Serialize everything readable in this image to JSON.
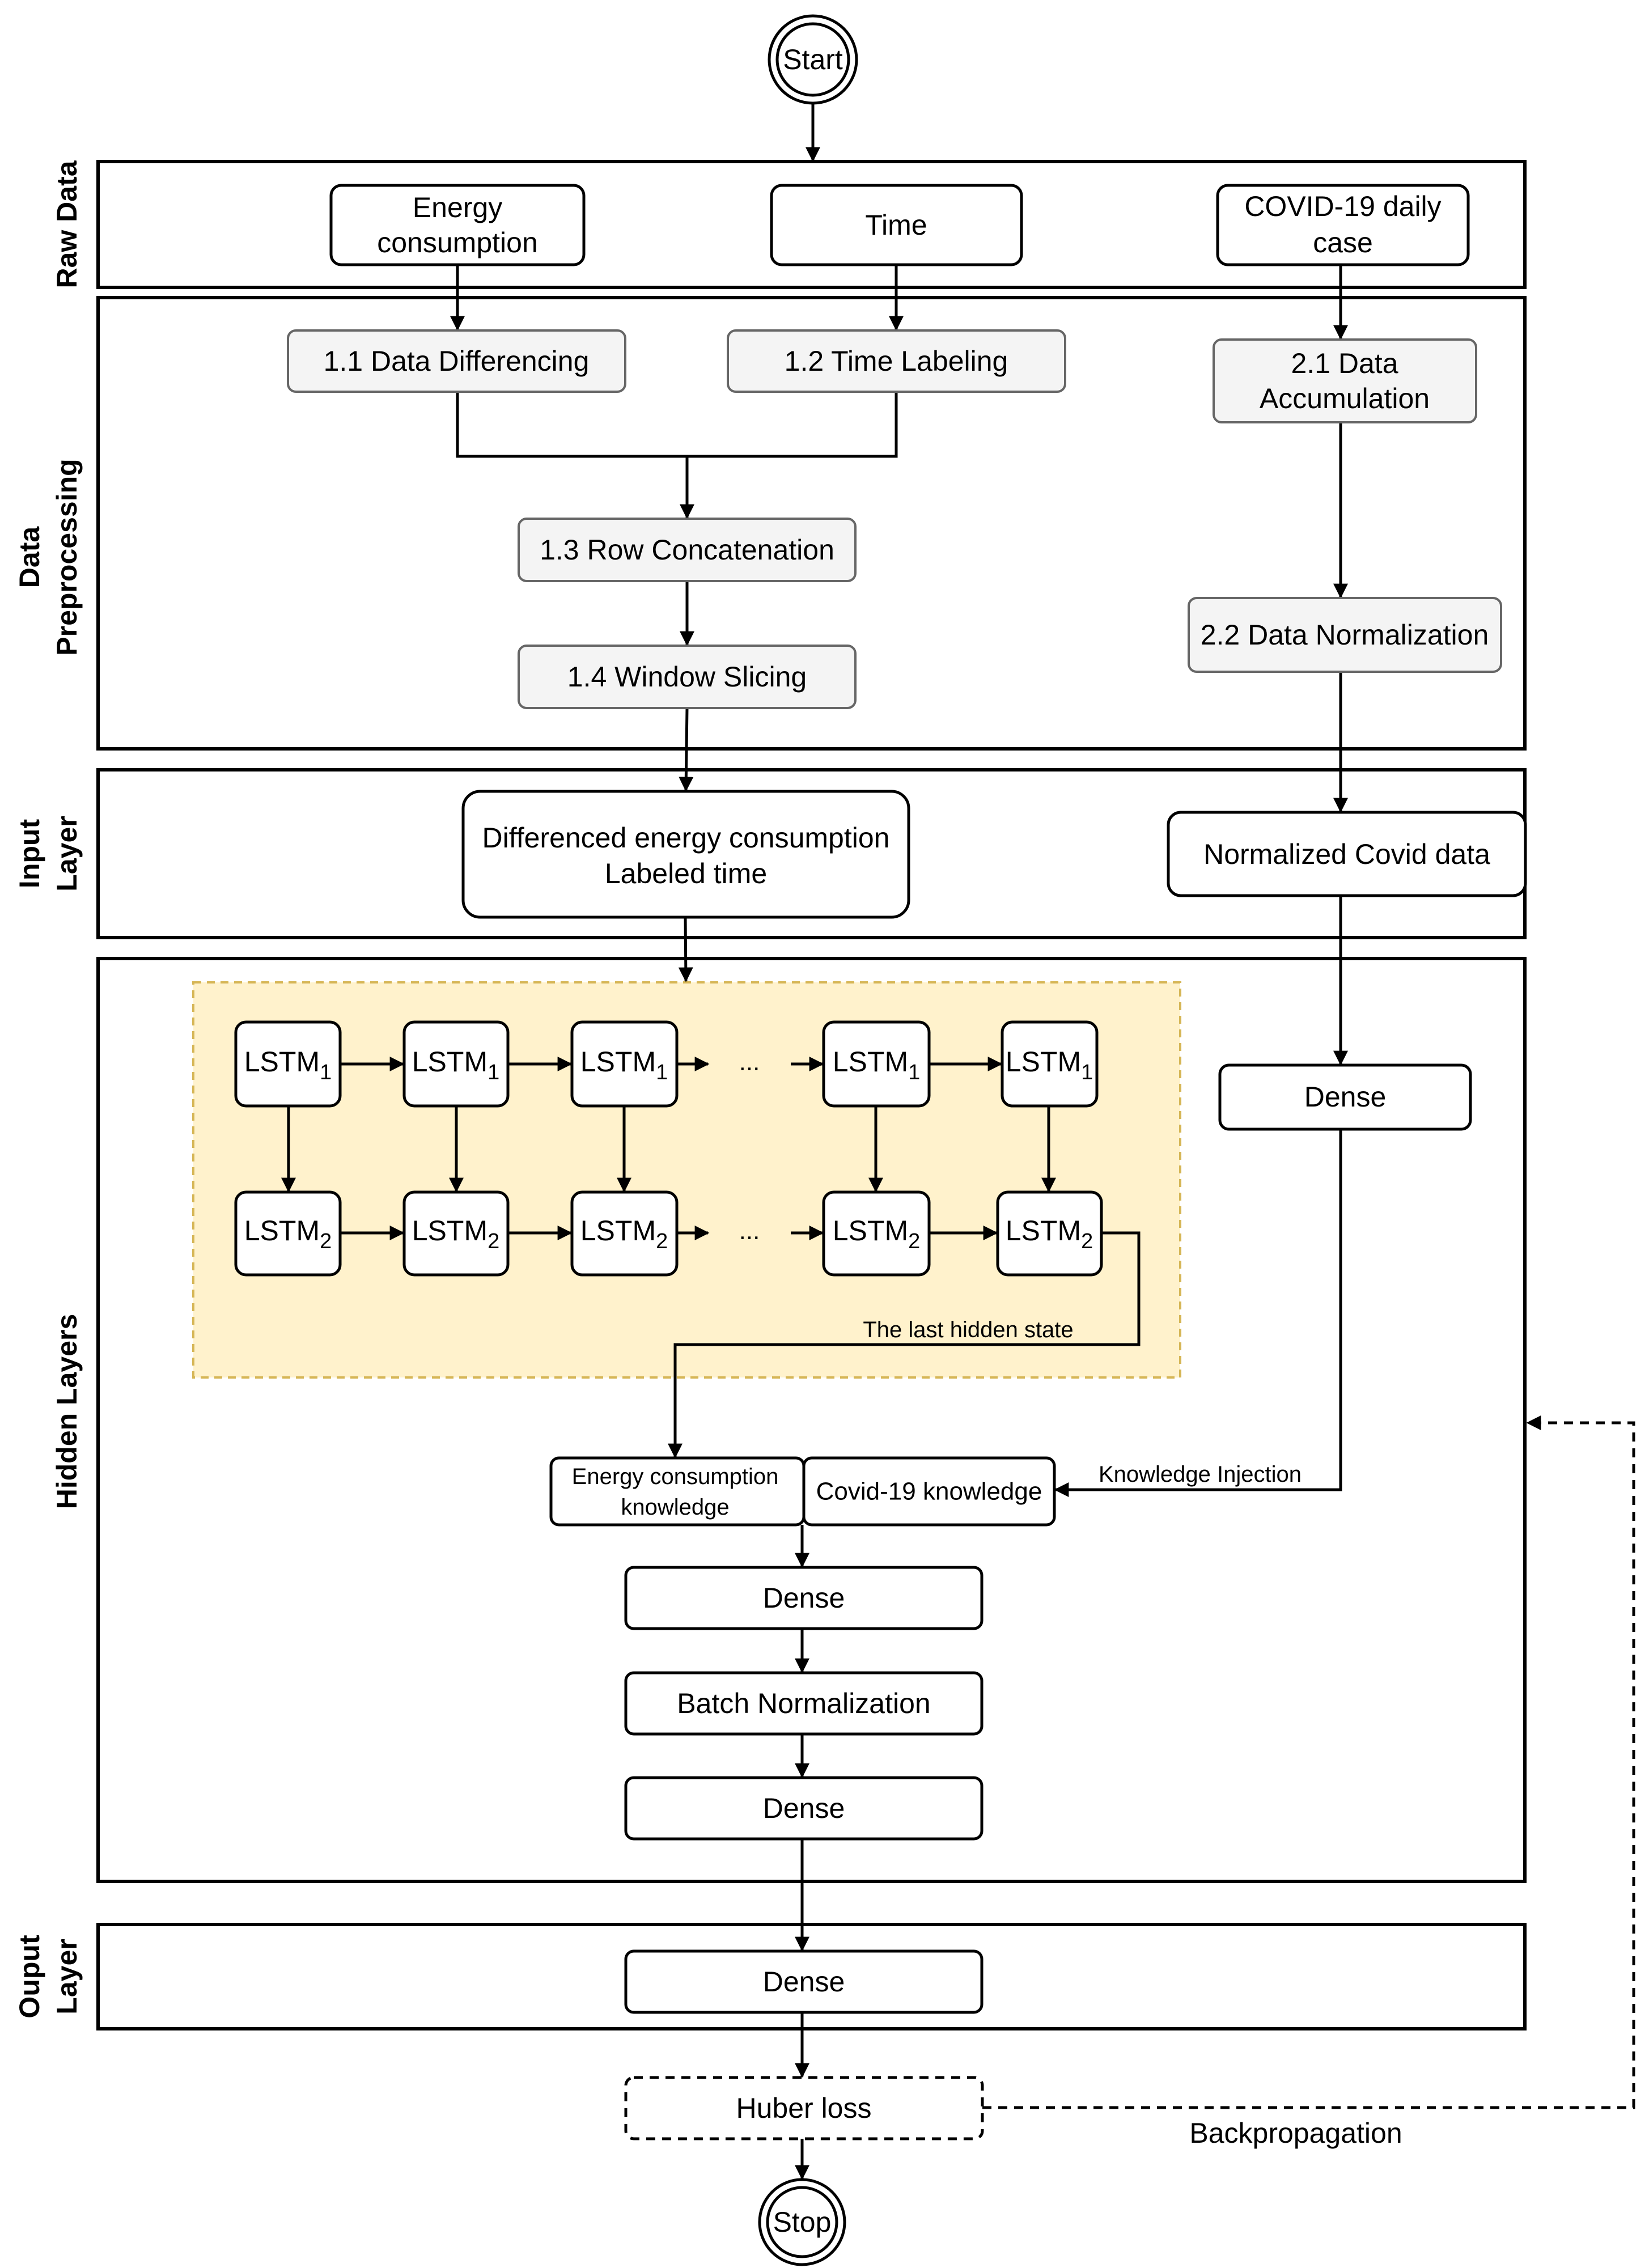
{
  "lanes": {
    "raw_data": "Raw Data",
    "data_preprocessing_line1": "Data",
    "data_preprocessing_line2": "Preprocessing",
    "input_layer_line1": "Input",
    "input_layer_line2": "Layer",
    "hidden_layers": "Hidden Layers",
    "output_layer_line1": "Ouput",
    "output_layer_line2": "Layer"
  },
  "terminals": {
    "start": "Start",
    "stop": "Stop"
  },
  "raw_data": {
    "energy_line1": "Energy",
    "energy_line2": "consumption",
    "time": "Time",
    "covid_line1": "COVID-19 daily",
    "covid_line2": "case"
  },
  "preprocessing": {
    "differencing": "1.1 Data Differencing",
    "time_labeling": "1.2 Time Labeling",
    "row_concat": "1.3 Row Concatenation",
    "window_slicing": "1.4 Window Slicing",
    "accumulation_line1": "2.1 Data",
    "accumulation_line2": "Accumulation",
    "normalization": "2.2 Data Normalization"
  },
  "input_layer": {
    "energy_input_line1": "Differenced energy consumption",
    "energy_input_line2": "Labeled time",
    "covid_input": "Normalized Covid data"
  },
  "lstm": {
    "cell_label": "LSTM",
    "layer1_sub": "1",
    "layer2_sub": "2",
    "ellipsis": "..."
  },
  "hidden": {
    "last_hidden_state": "The last hidden state",
    "knowledge_injection": "Knowledge Injection",
    "energy_knowledge_line1": "Energy consumption",
    "energy_knowledge_line2": "knowledge",
    "covid_knowledge": "Covid-19 knowledge",
    "covid_dense": "Dense",
    "dense_1": "Dense",
    "batch_norm": "Batch Normalization",
    "dense_2": "Dense"
  },
  "output": {
    "dense": "Dense",
    "huber_loss": "Huber loss",
    "backpropagation": "Backpropagation"
  },
  "colors": {
    "stroke": "#000000",
    "process_fill": "#f4f4f4",
    "process_stroke": "#666666",
    "lstm_area_fill": "#fff2cc",
    "lstm_area_stroke": "#d6b656"
  }
}
